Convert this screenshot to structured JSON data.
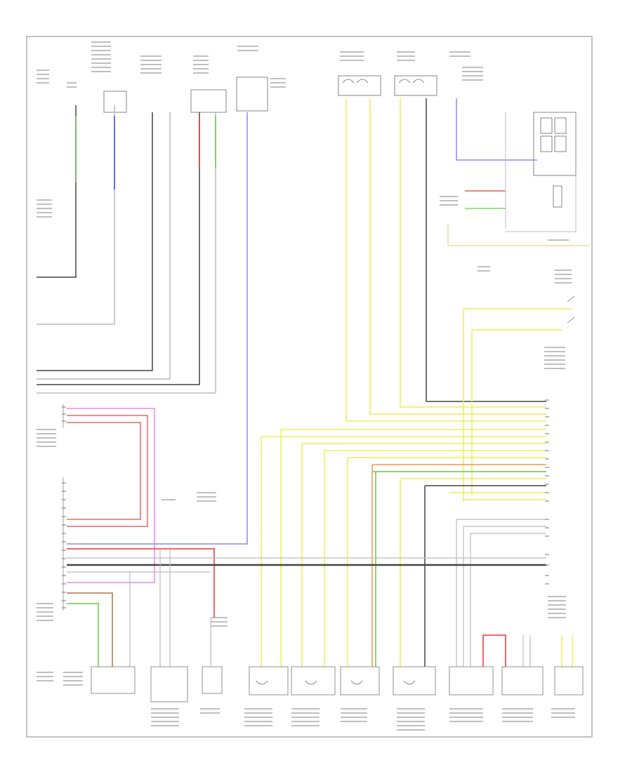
{
  "diagram": {
    "description_visible_text": "",
    "footer_page_code": ""
  },
  "colors": {
    "frame": "#888888",
    "wire_black": "#444444",
    "wire_gray": "#bbbbbb",
    "wire_green": "#66cc44",
    "wire_blue": "#4444ff",
    "wire_red": "#ee3333",
    "wire_pink": "#ee88ee",
    "wire_yellow": "#eeee55",
    "wire_orange": "#ee9955",
    "wire_brown": "#aa7744",
    "wire_violet": "#8888ff"
  },
  "components": [
    {
      "id": "top-connector-1",
      "kind": "box"
    },
    {
      "id": "top-connector-2",
      "kind": "box"
    },
    {
      "id": "top-connector-3",
      "kind": "box"
    },
    {
      "id": "top-connector-4",
      "kind": "box"
    },
    {
      "id": "top-switch-1",
      "kind": "switch"
    },
    {
      "id": "top-switch-2",
      "kind": "switch"
    },
    {
      "id": "relay-block",
      "kind": "box"
    },
    {
      "id": "airbag-ecu-upper",
      "kind": "module"
    },
    {
      "id": "airbag-ecu-lower",
      "kind": "module"
    },
    {
      "id": "bottom-sensor-1",
      "kind": "sensor"
    },
    {
      "id": "bottom-sensor-2",
      "kind": "sensor"
    },
    {
      "id": "bottom-sensor-3",
      "kind": "sensor"
    },
    {
      "id": "bottom-sensor-4",
      "kind": "sensor"
    },
    {
      "id": "bottom-sensor-5",
      "kind": "sensor"
    },
    {
      "id": "bottom-sensor-6",
      "kind": "sensor"
    },
    {
      "id": "bottom-sensor-7",
      "kind": "sensor"
    },
    {
      "id": "bottom-sensor-8",
      "kind": "sensor"
    },
    {
      "id": "bottom-sensor-9",
      "kind": "sensor"
    },
    {
      "id": "bottom-sensor-10",
      "kind": "sensor"
    },
    {
      "id": "bottom-sensor-11",
      "kind": "sensor"
    }
  ]
}
